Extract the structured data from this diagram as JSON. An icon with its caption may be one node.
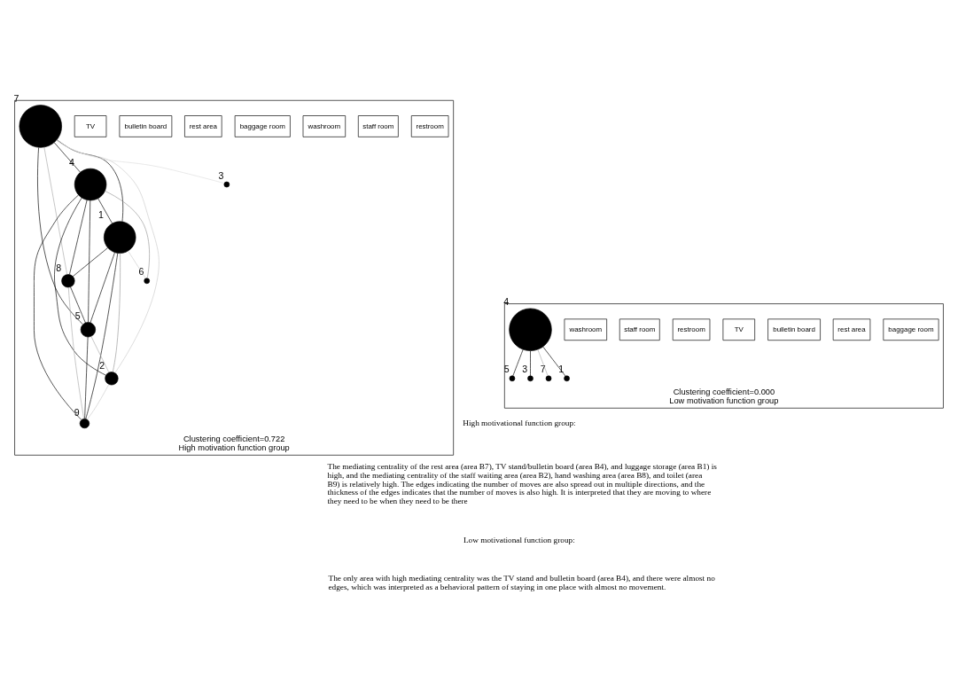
{
  "diagram": {
    "nodes": [
      {
        "text": [
          "Clustering coefficient=0.722"
        ],
        "beside": [
          "High motivation function group"
        ]
      },
      {
        "text": [
          "TV"
        ],
        "in": 0
      },
      {
        "text": [
          "bulletin board"
        ],
        "in": 0
      },
      {
        "text": [
          "rest area"
        ],
        "in": 0
      },
      {
        "text": [
          "baggage room"
        ],
        "in": 0
      },
      {
        "text": [
          "washroom"
        ],
        "in": 0
      },
      {
        "text": [
          "staff room"
        ],
        "in": 0
      },
      {
        "text": [
          "restroom"
        ],
        "in": 0
      },
      {
        "text": [],
        "shape": "circle",
        "beside": [
          "7"
        ],
        "in": 0
      },
      {
        "text": [],
        "shape": "circle",
        "beside": [
          "4"
        ],
        "in": 0
      },
      {
        "text": [],
        "shape": "circle",
        "beside": [
          "1"
        ],
        "in": 0
      },
      {
        "text": [],
        "shape": "circle",
        "beside": [
          "8"
        ],
        "in": 0
      },
      {
        "text": [],
        "shape": "circle",
        "beside": [
          "5"
        ],
        "in": 0
      },
      {
        "text": [],
        "shape": "circle",
        "beside": [
          "2"
        ],
        "in": 0
      },
      {
        "text": [],
        "shape": "circle",
        "beside": [
          "9"
        ],
        "in": 0
      },
      {
        "text": [],
        "shape": "circle",
        "beside": [
          "6"
        ],
        "in": 0
      },
      {
        "text": [],
        "shape": "circle",
        "beside": [
          "3"
        ],
        "in": 0
      },
      {
        "text": [
          "Clustering coefficient=0.000"
        ],
        "beside": [
          "Low motivation function group"
        ]
      },
      {
        "text": [
          "TV"
        ],
        "in": 17
      },
      {
        "text": [
          "bulletin board"
        ],
        "in": 17
      },
      {
        "text": [
          "rest area"
        ],
        "in": 17
      },
      {
        "text": [
          "baggage room"
        ],
        "in": 17
      },
      {
        "text": [
          "washroom"
        ],
        "in": 17
      },
      {
        "text": [
          "staff room"
        ],
        "in": 17
      },
      {
        "text": [
          "restroom"
        ],
        "in": 17
      },
      {
        "text": [],
        "shape": "circle",
        "beside": [
          "7"
        ],
        "in": 17
      },
      {
        "text": [],
        "shape": "circle",
        "beside": [
          "4"
        ],
        "in": 17
      },
      {
        "text": [],
        "shape": "circle",
        "beside": [
          "1"
        ],
        "in": 17
      },
      {
        "text": [],
        "shape": "circle",
        "beside": [
          "5"
        ],
        "in": 17
      },
      {
        "text": [],
        "shape": "circle",
        "beside": [
          "3"
        ],
        "in": 17
      }
    ],
    "edges": [
      {
        "from": 8,
        "to": 9,
        "arrow": "none"
      },
      {
        "from": 9,
        "to": 10,
        "arrow": "none"
      },
      {
        "from": 8,
        "to": 10,
        "arrow": "none"
      },
      {
        "from": 8,
        "to": 12,
        "arrow": "none"
      },
      {
        "from": 8,
        "to": 13,
        "arrow": "none",
        "color": "#cccccc"
      },
      {
        "from": 8,
        "to": 16,
        "arrow": "none",
        "color": "#dddddd"
      },
      {
        "from": 8,
        "to": 11,
        "arrow": "none",
        "color": "#aaaaaa"
      },
      {
        "from": 9,
        "to": 11,
        "arrow": "none"
      },
      {
        "from": 9,
        "to": 14,
        "arrow": "none"
      },
      {
        "from": 9,
        "to": 12,
        "arrow": "none"
      },
      {
        "from": 9,
        "to": 13,
        "arrow": "none"
      },
      {
        "from": 9,
        "to": 15,
        "arrow": "none",
        "color": "#999999"
      },
      {
        "from": 10,
        "to": 11,
        "arrow": "none"
      },
      {
        "from": 10,
        "to": 12,
        "arrow": "none"
      },
      {
        "from": 10,
        "to": 14,
        "arrow": "none"
      },
      {
        "from": 10,
        "to": 13,
        "arrow": "none",
        "color": "#999999"
      },
      {
        "from": 10,
        "to": 15,
        "arrow": "none",
        "color": "#cccccc"
      },
      {
        "from": 11,
        "to": 12,
        "arrow": "none"
      },
      {
        "from": 12,
        "to": 13,
        "arrow": "none",
        "color": "#aaaaaa"
      },
      {
        "from": 11,
        "to": 14,
        "arrow": "none",
        "color": "#aaaaaa"
      },
      {
        "from": 12,
        "to": 14,
        "arrow": "none"
      },
      {
        "from": 13,
        "to": 14,
        "arrow": "none",
        "color": "#cccccc"
      },
      {
        "from": 26,
        "to": 25,
        "arrow": "none",
        "color": "#aaaaaa"
      },
      {
        "from": 26,
        "to": 27,
        "arrow": "none"
      },
      {
        "from": 26,
        "to": 28,
        "arrow": "none"
      },
      {
        "from": 26,
        "to": 29,
        "arrow": "none"
      }
    ],
    "labels": [
      "High motivational function group:",
      "The mediating centrality of the rest area (area B7), TV stand/bulletin board (area B4), and luggage storage (area B1) is high, and the mediating centrality of the staff waiting area (area B2), hand washing area (area B8), and toilet (area B9) is relatively high. The edges indicating the number of moves are also spread out in multiple directions, and the thickness of the edges indicates that the number of moves is also high. It is interpreted that they are moving to where they need to be when they need to be there",
      "Low motivational function group:",
      "The only area with high mediating centrality was the TV stand and bulletin board (area B4), and there were almost no edges, which was interpreted as a behavioral pattern of staying in one place with almost no movement."
    ]
  }
}
